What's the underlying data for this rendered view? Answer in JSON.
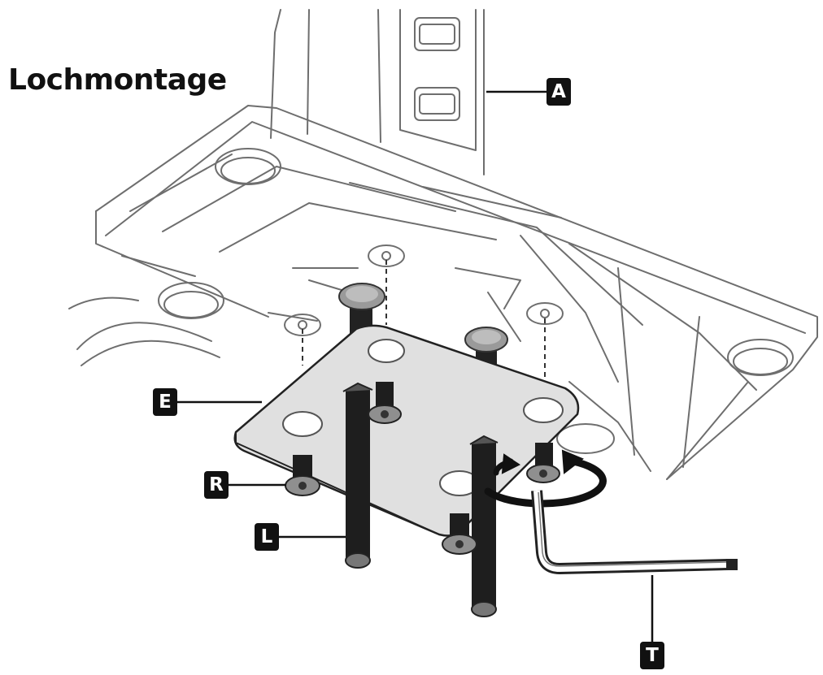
{
  "title": "Lochmontage",
  "callouts": {
    "a": "A",
    "e": "E",
    "r": "R",
    "l": "L",
    "t": "T"
  },
  "colors": {
    "ink": "#111111",
    "outline": "#6e6e6e",
    "plate": "#e0e0e0",
    "bolt": "#222222"
  }
}
